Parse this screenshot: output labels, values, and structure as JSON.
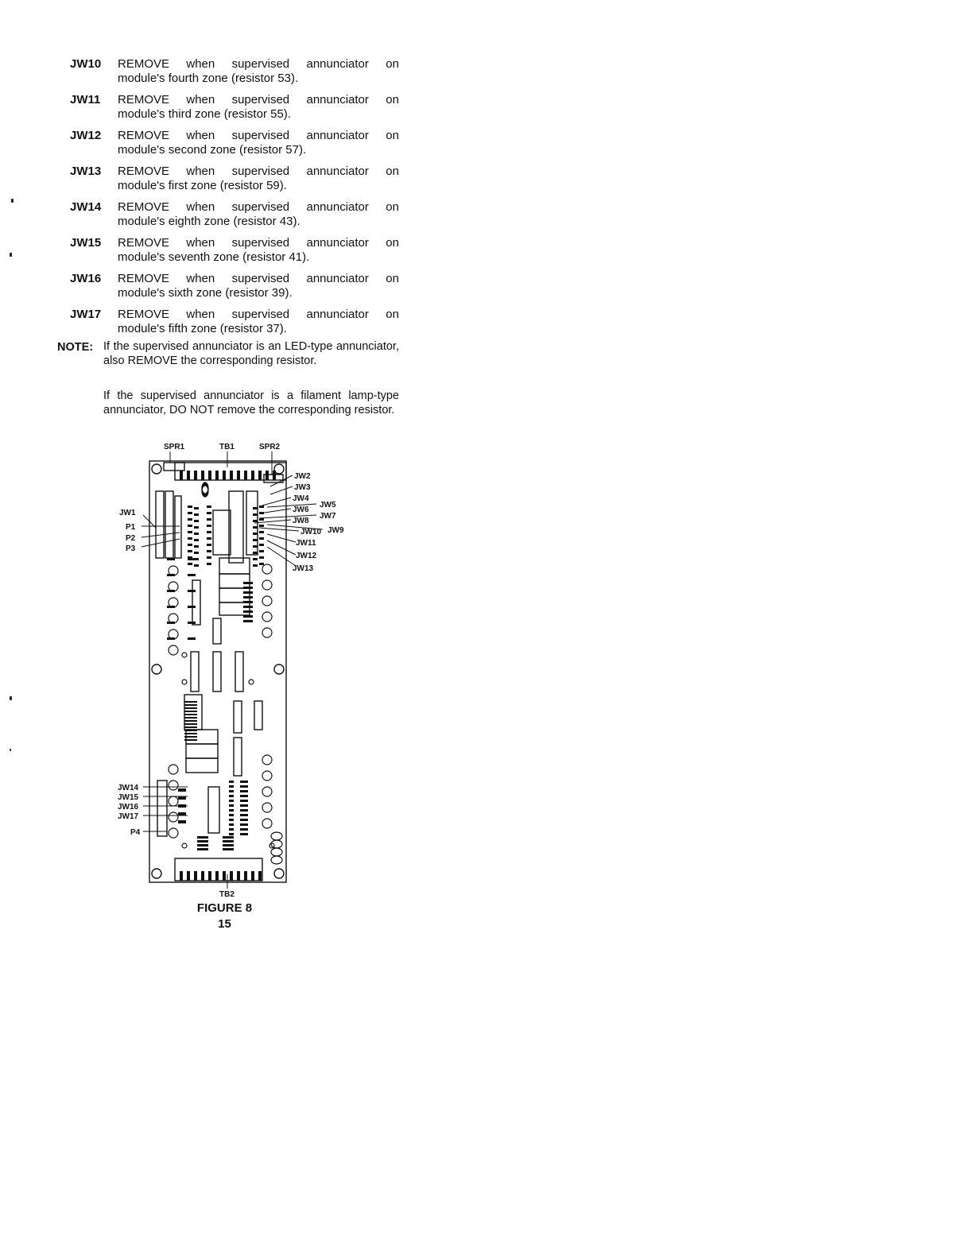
{
  "jumpers": [
    {
      "code": "JW10",
      "action": "REMOVE",
      "w1": "when",
      "w2": "supervised",
      "w3": "annunciator",
      "w4": "on",
      "detail": "module's fourth zone (resistor 53)."
    },
    {
      "code": "JW11",
      "action": "REMOVE",
      "w1": "when",
      "w2": "supervised",
      "w3": "annunciator",
      "w4": "on",
      "detail": "module's third zone (resistor 55)."
    },
    {
      "code": "JW12",
      "action": "REMOVE",
      "w1": "when",
      "w2": "supervised",
      "w3": "annunciator",
      "w4": "on",
      "detail": "module's second zone (resistor 57)."
    },
    {
      "code": "JW13",
      "action": "REMOVE",
      "w1": "when",
      "w2": "supervised",
      "w3": "annunciator",
      "w4": "on",
      "detail": "module's first zone (resistor 59)."
    },
    {
      "code": "JW14",
      "action": "REMOVE",
      "w1": "when",
      "w2": "supervised",
      "w3": "annunciator",
      "w4": "on",
      "detail": "module's eighth zone (resistor 43)."
    },
    {
      "code": "JW15",
      "action": "REMOVE",
      "w1": "when",
      "w2": "supervised",
      "w3": "annunciator",
      "w4": "on",
      "detail": "module's seventh zone (resistor 41)."
    },
    {
      "code": "JW16",
      "action": "REMOVE",
      "w1": "when",
      "w2": "supervised",
      "w3": "annunciator",
      "w4": "on",
      "detail": "module's sixth zone (resistor 39)."
    },
    {
      "code": "JW17",
      "action": "REMOVE",
      "w1": "when",
      "w2": "supervised",
      "w3": "annunciator",
      "w4": "on",
      "detail": "module's fifth zone (resistor 37)."
    }
  ],
  "note": {
    "label": "NOTE:",
    "paragraph1": "If the supervised annunciator is an LED-type annunciator, also REMOVE the corresponding resistor.",
    "paragraph2": "If the supervised annunciator is a filament lamp-type annunciator, DO NOT remove the corresponding resistor."
  },
  "figure": {
    "labels": {
      "spr1": "SPR1",
      "tb1": "TB1",
      "spr2": "SPR2",
      "tb2": "TB2",
      "jw1": "JW1",
      "p1": "P1",
      "p2": "P2",
      "p3": "P3",
      "p4": "P4",
      "jw2": "JW2",
      "jw3": "JW3",
      "jw4": "JW4",
      "jw5": "JW5",
      "jw6": "JW6",
      "jw7": "JW7",
      "jw8": "JW8",
      "jw9": "JW9",
      "jw10": "JW10",
      "jw11": "JW11",
      "jw12": "JW12",
      "jw13": "JW13",
      "jw14": "JW14",
      "jw15": "JW15",
      "jw16": "JW16",
      "jw17": "JW17"
    },
    "caption": "FIGURE 8"
  },
  "page_number": "15"
}
